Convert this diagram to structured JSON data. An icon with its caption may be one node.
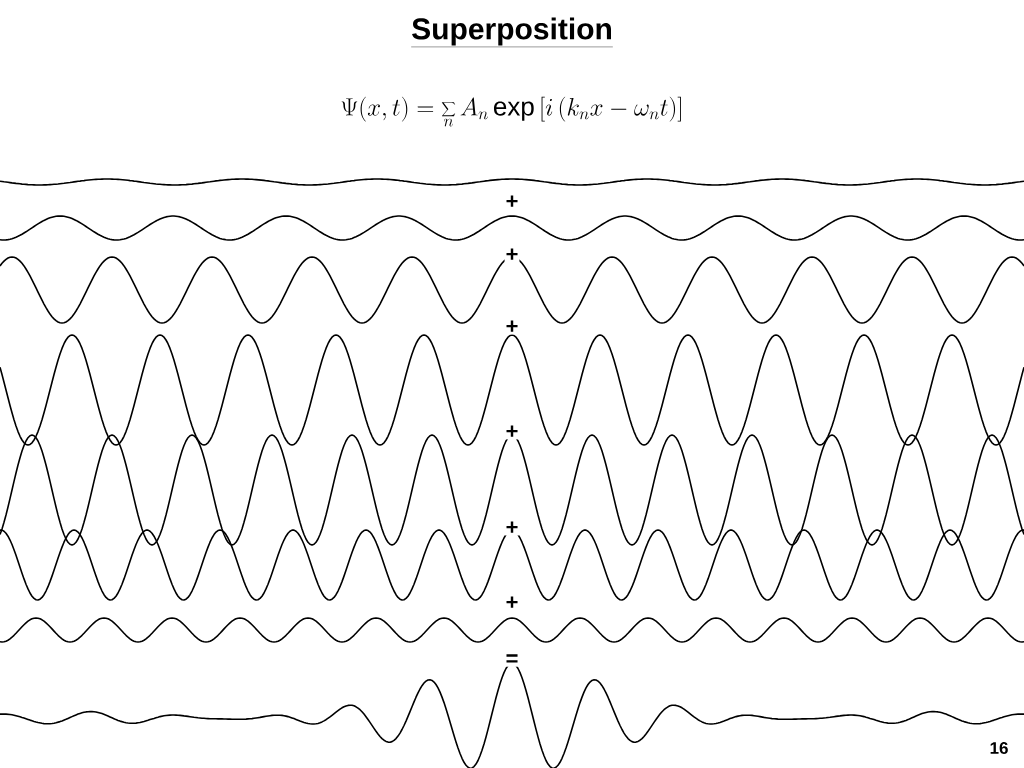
{
  "diagram": {
    "title": "Superposition",
    "labels": [
      "\\Psi(x,t)=\\sum_{n} A_n \\exp\\left[ i\\left(k_n x-\\omega_n t\\right)\\right]",
      "+",
      "+",
      "+",
      "+",
      "+",
      "+",
      "=",
      "16"
    ]
  }
}
